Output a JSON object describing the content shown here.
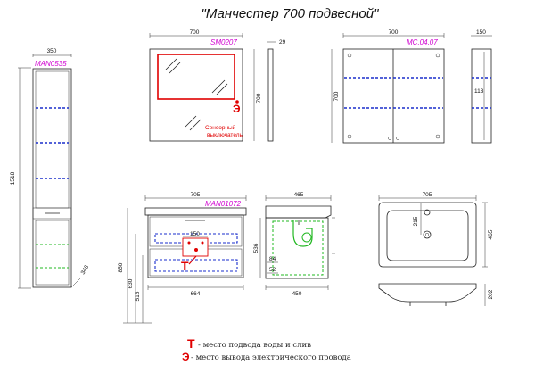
{
  "title": "\"Манчестер 700 подвесной\"",
  "pencil_case": {
    "code": "MAN0535",
    "width": "350",
    "height": "1518",
    "depth": "346"
  },
  "mirror": {
    "code": "SM0207",
    "width": "700",
    "height": "700",
    "depth": "29",
    "sensor_note_line1": "Сенсорный",
    "sensor_note_line2": "выключатель"
  },
  "mirror_cabinet": {
    "code": "MC.04.07",
    "width": "700",
    "height": "700",
    "side_width": "150",
    "shelf_gap": "113"
  },
  "vanity": {
    "code": "MAN01072",
    "width": "705",
    "inner_width": "664",
    "height": "850",
    "dim_630": "630",
    "dim_515": "515",
    "dim_150": "150",
    "side_depth": "465",
    "side_height": "536",
    "side_bottom": "450",
    "dim_84": "84",
    "dim_52": "52"
  },
  "sink": {
    "width": "705",
    "depth": "465",
    "tap_offset": "215",
    "height": "202"
  },
  "legend": {
    "t_symbol": "Т",
    "t_text": "- место подвода воды и слив",
    "e_symbol": "Э",
    "e_text": "- место вывода электрического провода"
  },
  "colors": {
    "outline": "#222222",
    "shelf": "#1a2ecc",
    "hidden": "#22b822",
    "mark": "#e00000",
    "code": "#d000d0"
  }
}
